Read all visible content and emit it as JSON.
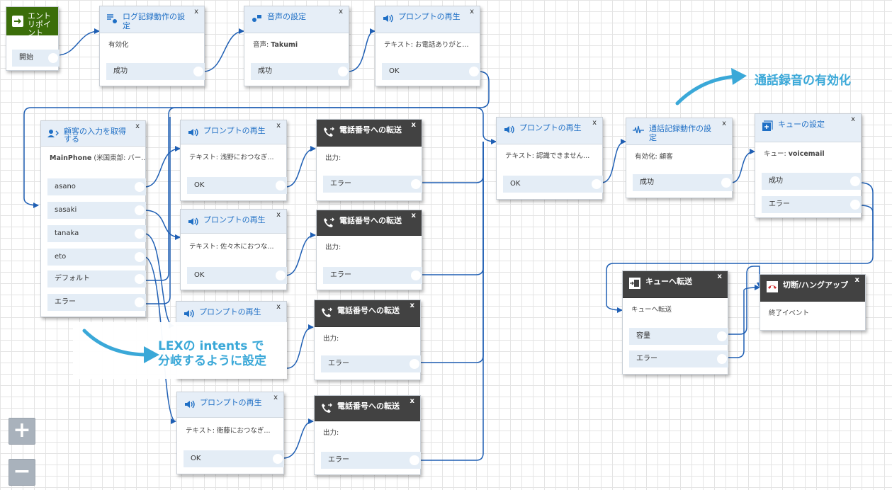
{
  "entry": {
    "title": "エントリポイント",
    "port": "開始"
  },
  "log": {
    "title": "ログ記録動作の設定",
    "body": "有効化",
    "port": "成功",
    "close": "x"
  },
  "voice": {
    "title": "音声の設定",
    "body_label": "音声: ",
    "body_value": "Takumi",
    "port": "成功",
    "close": "x"
  },
  "prompt1": {
    "title": "プロンプトの再生",
    "body": "テキスト: お電話ありがと...",
    "port": "OK",
    "close": "x"
  },
  "input": {
    "title": "顧客の入力を取得する",
    "body_bold": "MainPhone",
    "body_rest": " (米国東部: バー...",
    "ports": [
      "asano",
      "sasaki",
      "tanaka",
      "eto",
      "デフォルト",
      "エラー"
    ],
    "close": "x"
  },
  "prompt_asano": {
    "title": "プロンプトの再生",
    "body": "テキスト: 浅野におつなぎ...",
    "port": "OK",
    "close": "x"
  },
  "prompt_sasaki": {
    "title": "プロンプトの再生",
    "body": "テキスト: 佐々木におつな...",
    "port": "OK",
    "close": "x"
  },
  "prompt_tanaka": {
    "title": "プロンプトの再生",
    "close": "x"
  },
  "prompt_eto": {
    "title": "プロンプトの再生",
    "body": "テキスト: 衛藤におつなぎ...",
    "port": "OK",
    "close": "x"
  },
  "transfer1": {
    "title": "電話番号への転送",
    "body": "出力:",
    "port": "エラー",
    "close": "x"
  },
  "transfer2": {
    "title": "電話番号への転送",
    "body": "出力:",
    "port": "エラー",
    "close": "x"
  },
  "transfer3": {
    "title": "電話番号への転送",
    "body": "出力:",
    "port": "エラー",
    "close": "x"
  },
  "transfer4": {
    "title": "電話番号への転送",
    "body": "出力:",
    "port": "エラー",
    "close": "x"
  },
  "prompt_error": {
    "title": "プロンプトの再生",
    "body": "テキスト: 認識できません...",
    "port": "OK",
    "close": "x"
  },
  "call_record": {
    "title": "通話記録動作の設定",
    "body": "有効化: 顧客",
    "port": "成功",
    "close": "x"
  },
  "queue_set": {
    "title": "キューの設定",
    "body_label": "キュー: ",
    "body_value": "voicemail",
    "ports": [
      "成功",
      "エラー"
    ],
    "close": "x"
  },
  "queue_transfer": {
    "title": "キューへ転送",
    "body": "キューへ転送",
    "ports": [
      "容量",
      "エラー"
    ],
    "close": "x"
  },
  "disconnect": {
    "title": "切断/ハングアップ",
    "body": "終了イベント",
    "close": "x"
  },
  "callouts": {
    "recording": "通話録音の有効化",
    "lex_line1": "LEXの intents で",
    "lex_line2": "分岐するように設定"
  },
  "zoom": {
    "in": "+",
    "out": "−"
  },
  "colors": {
    "wire": "#1f5fb4",
    "entry": "#3b6e0a",
    "callout": "#3aa8d8",
    "dark_header": "#424242"
  },
  "icons": {
    "entry": "arrow-right-icon",
    "log": "log-settings-icon",
    "voice": "voice-icon",
    "prompt": "speaker-icon",
    "input": "user-input-icon",
    "transfer": "phone-transfer-icon",
    "record": "waveform-icon",
    "queue_set": "queue-add-icon",
    "queue_transfer": "queue-transfer-icon",
    "disconnect": "hangup-icon"
  }
}
